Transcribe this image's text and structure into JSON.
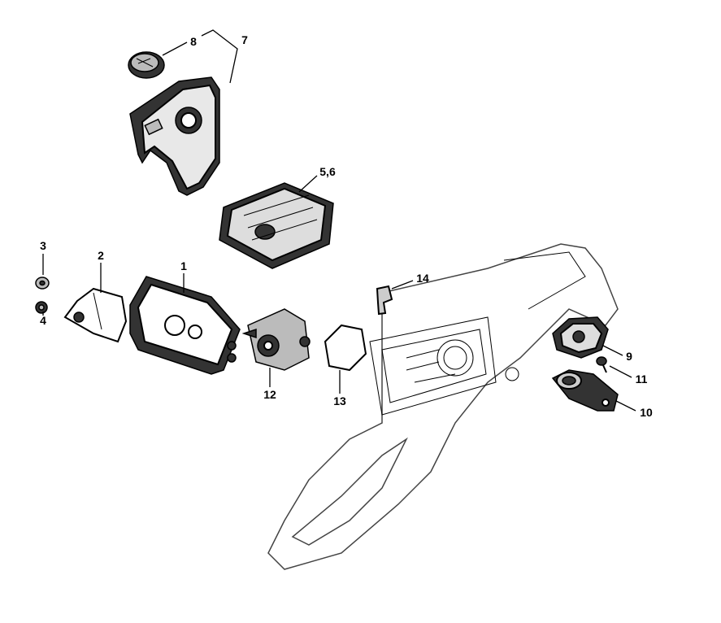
{
  "labels": {
    "p8": "8",
    "p7": "7",
    "p56": "5,6",
    "p3": "3",
    "p2": "2",
    "p1": "1",
    "p4": "4",
    "p14": "14",
    "p12": "12",
    "p13": "13",
    "p9": "9",
    "p11": "11",
    "p10": "10"
  }
}
